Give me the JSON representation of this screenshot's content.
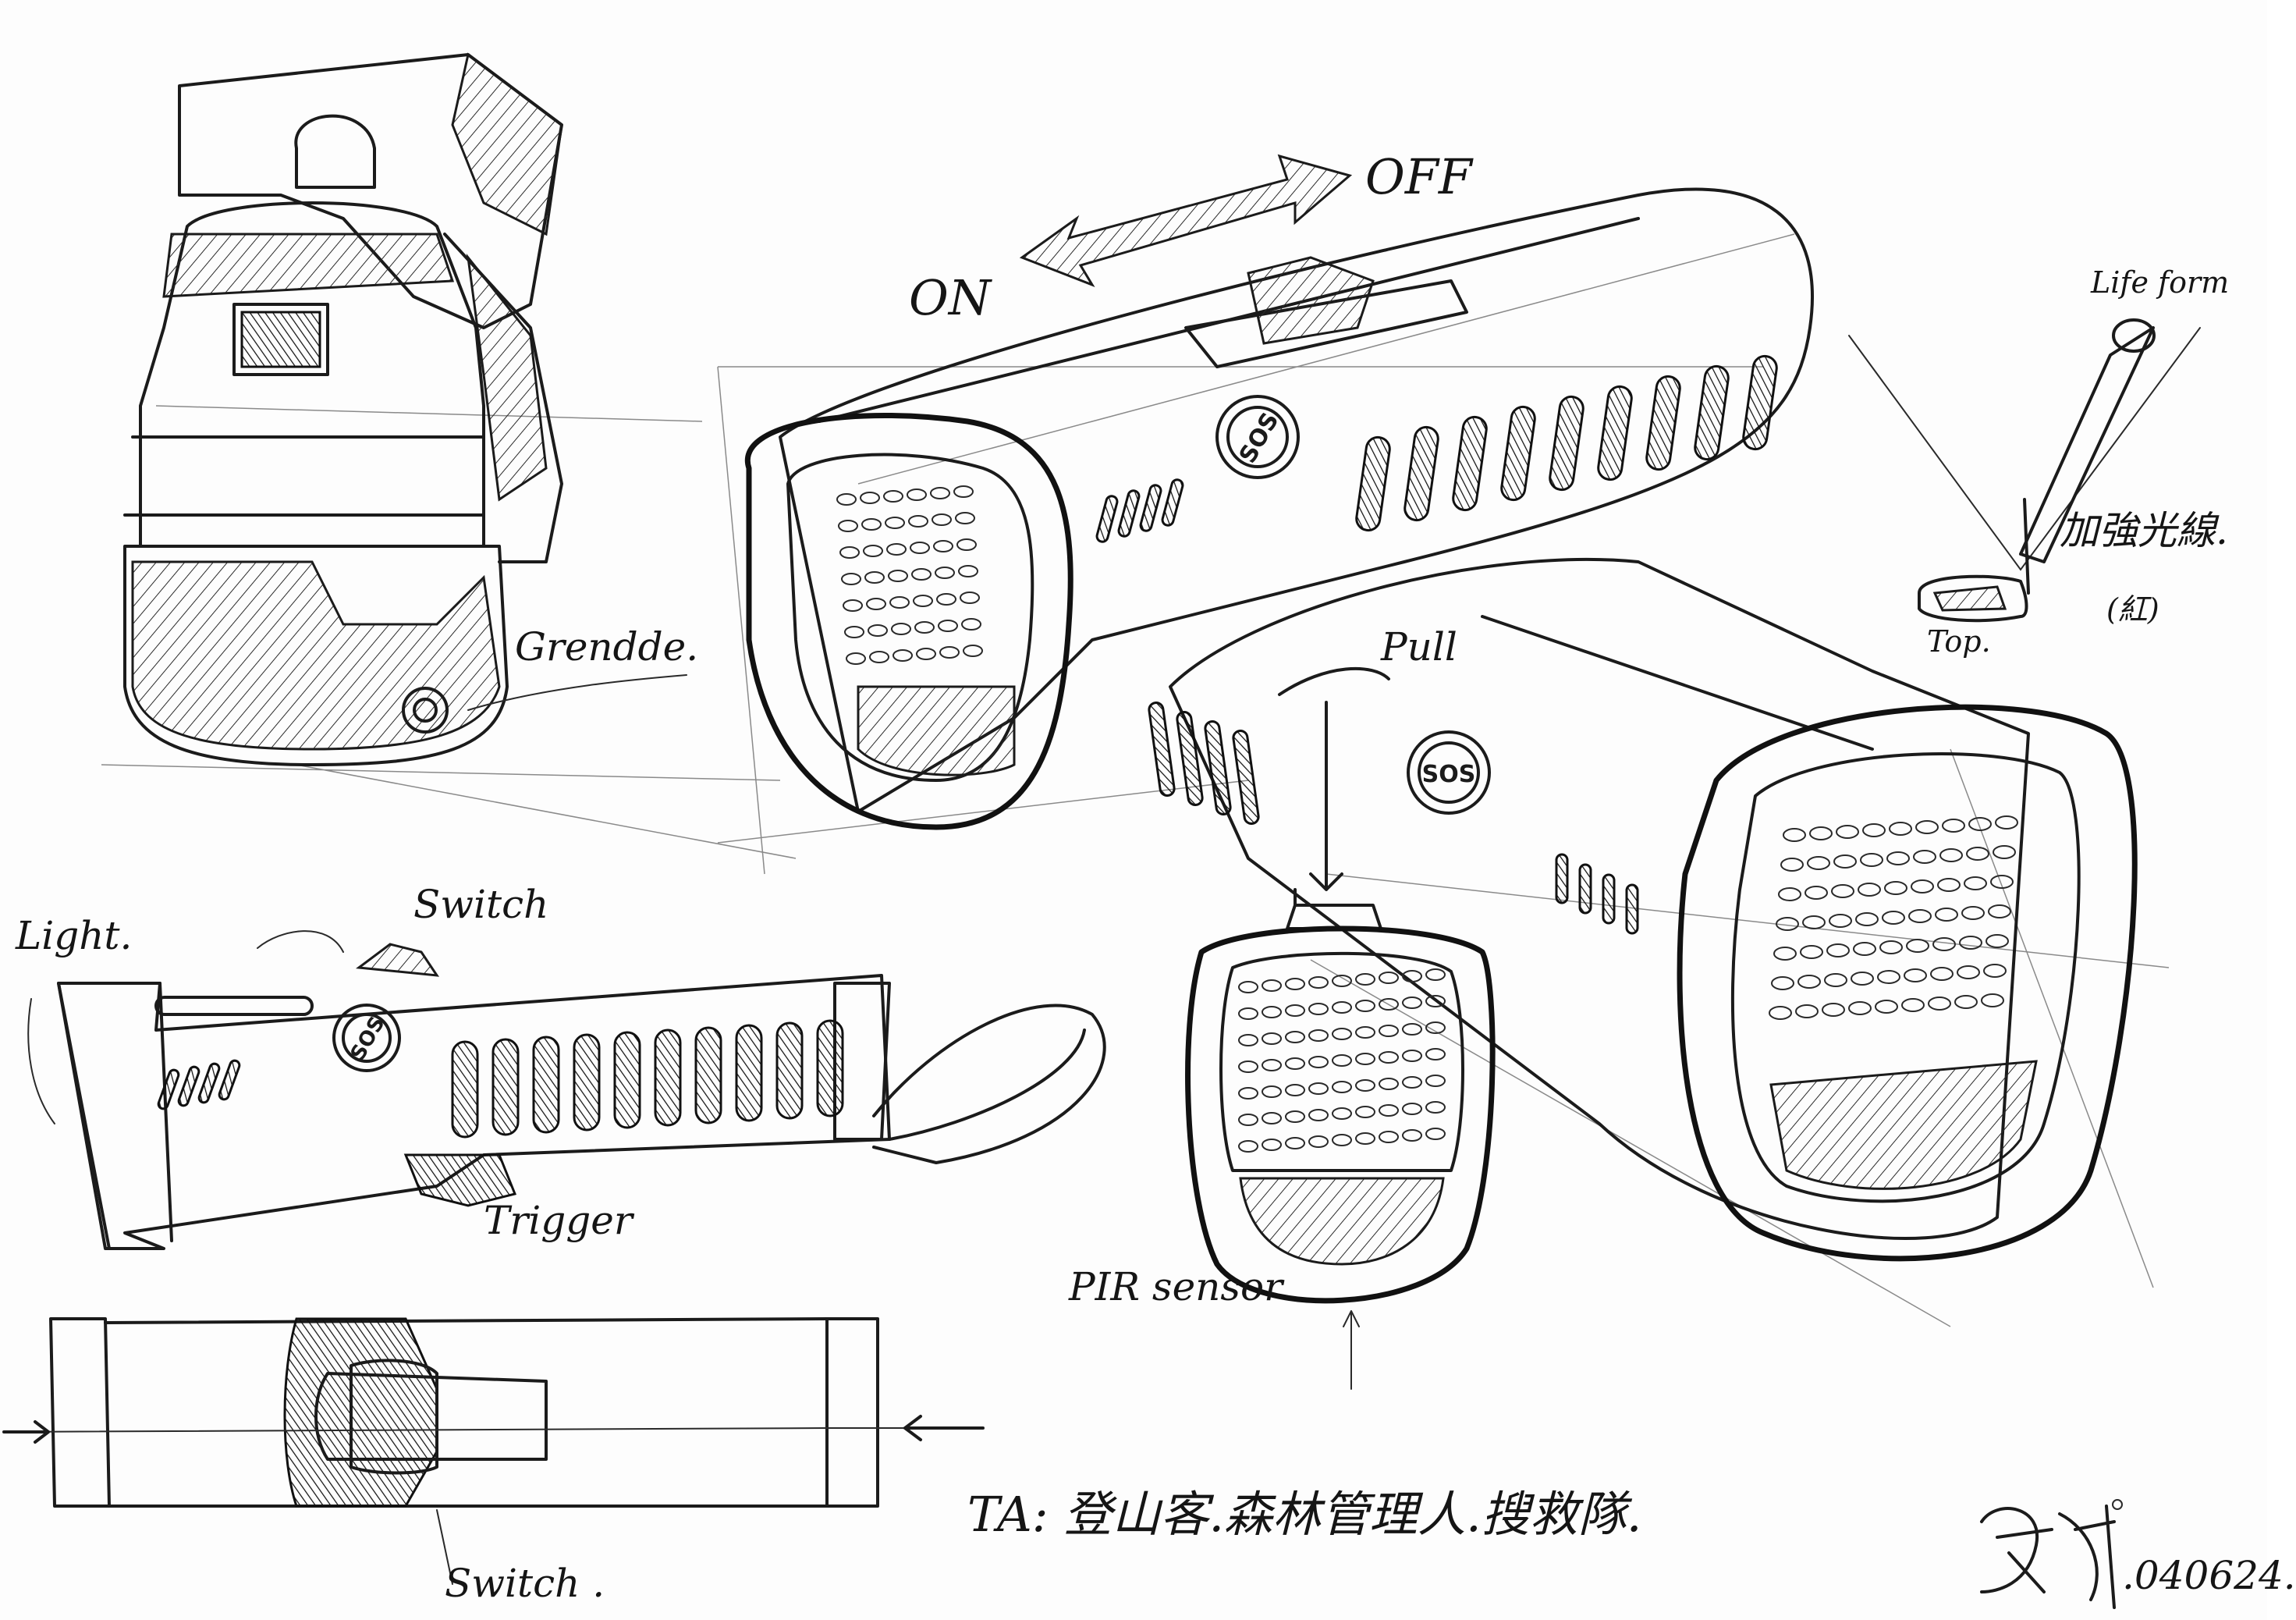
{
  "labels": {
    "on": "ON",
    "off": "OFF",
    "life_form": "Life form",
    "top": "Top.",
    "pull": "Pull",
    "grenade": "Grendde.",
    "light": "Light.",
    "switch_top": "Switch",
    "trigger": "Trigger",
    "pir_sensor": "PIR sensor",
    "switch_bottom": "Switch .",
    "cn_note": "加強光線.",
    "cn_red": "(紅)",
    "ta_line": "TA: 登山客.森林管理人.搜救隊.",
    "date": ".040624."
  },
  "badges": {
    "sos_main": "SOS",
    "sos_lower": "SOS",
    "sos_side": "SOS"
  },
  "colors": {
    "ink": "#1b1b1b",
    "paper": "#fdfdfd"
  },
  "icons": {
    "slide_arrow": "double-arrow",
    "signature": "handwritten-signature"
  }
}
